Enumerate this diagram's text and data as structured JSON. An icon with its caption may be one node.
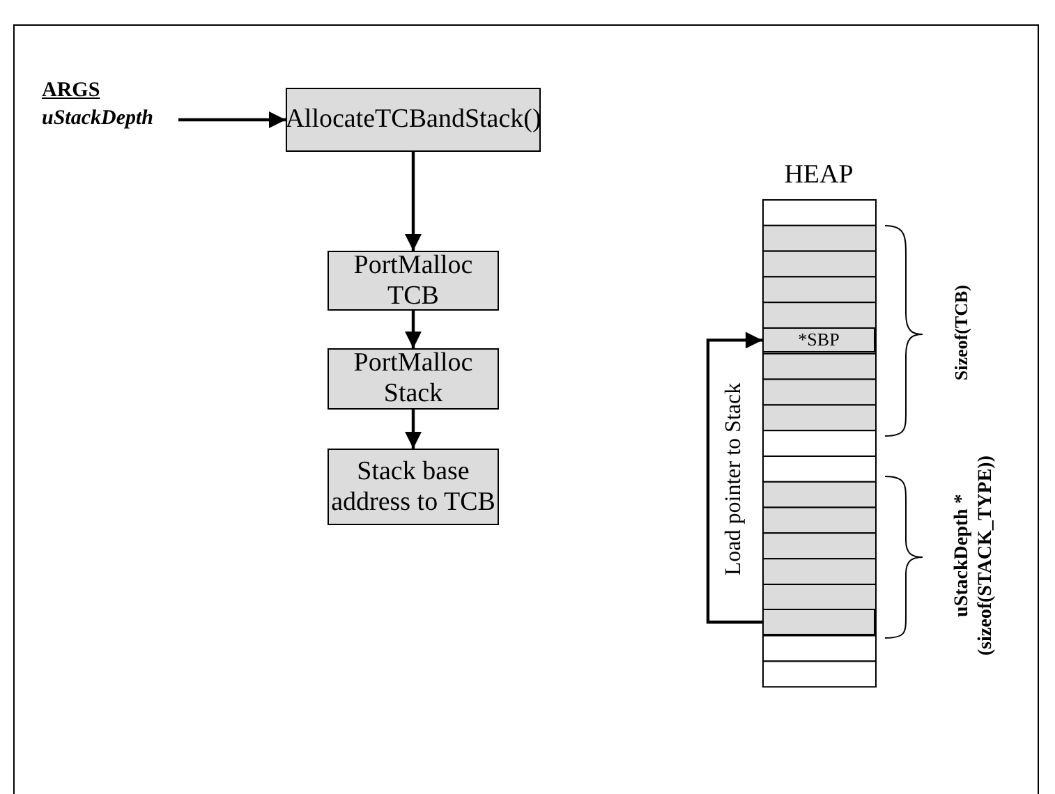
{
  "diagram": {
    "nodes": [
      {
        "text": [
          "ARGS",
          "uStackDepth"
        ]
      },
      {
        "text": [
          "AllocateTCBandStack()"
        ]
      },
      {
        "text": [
          "PortMalloc TCB"
        ]
      },
      {
        "text": [
          "PortMalloc Stack"
        ]
      },
      {
        "text": [
          "Stack base address to TCB"
        ]
      },
      {
        "text": [
          "HEAP"
        ]
      },
      {
        "text": [
          "*SBP"
        ],
        "in": 5
      },
      {
        "text": [],
        "shape": "box",
        "in": 5
      }
    ],
    "edges": [
      {
        "from": 0,
        "to": 1,
        "arrow": "to"
      },
      {
        "from": 1,
        "to": 2,
        "arrow": "to"
      },
      {
        "from": 2,
        "to": 3,
        "arrow": "to"
      },
      {
        "from": 3,
        "to": 4,
        "arrow": "to"
      },
      {
        "from": 7,
        "to": 6,
        "arrow": "to",
        "label": "Load pointer to Stack"
      }
    ],
    "labels": [
      "Sizeof(TCB)",
      "uStackDepth * (sizeof(STACK_TYPE))"
    ]
  }
}
